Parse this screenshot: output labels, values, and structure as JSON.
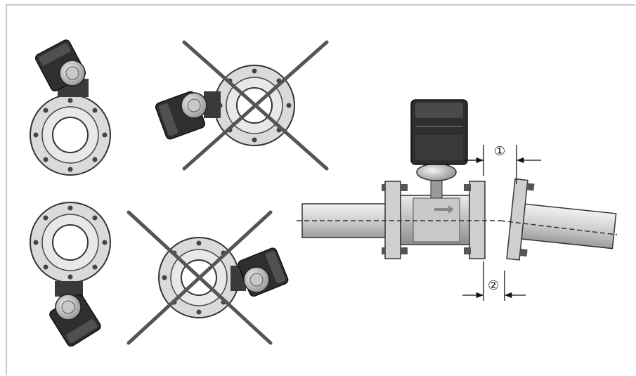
{
  "figure": {
    "callouts": [
      "①",
      "②"
    ],
    "colors": {
      "flange_fill": "#d8d8d8",
      "flange_stroke": "#3a3a3a",
      "bolt": "#4a4a4a",
      "housing_dark": "#2e2e2e",
      "housing_mid": "#555555",
      "pipe_fill": "#d4d4d4",
      "cross_line": "#555555",
      "centerline": "#333333"
    },
    "icons": [
      "correct-orientation-top",
      "incorrect-orientation-left-cross",
      "correct-orientation-bottom",
      "incorrect-orientation-right-cross",
      "misaligned-pipe-installation"
    ]
  }
}
